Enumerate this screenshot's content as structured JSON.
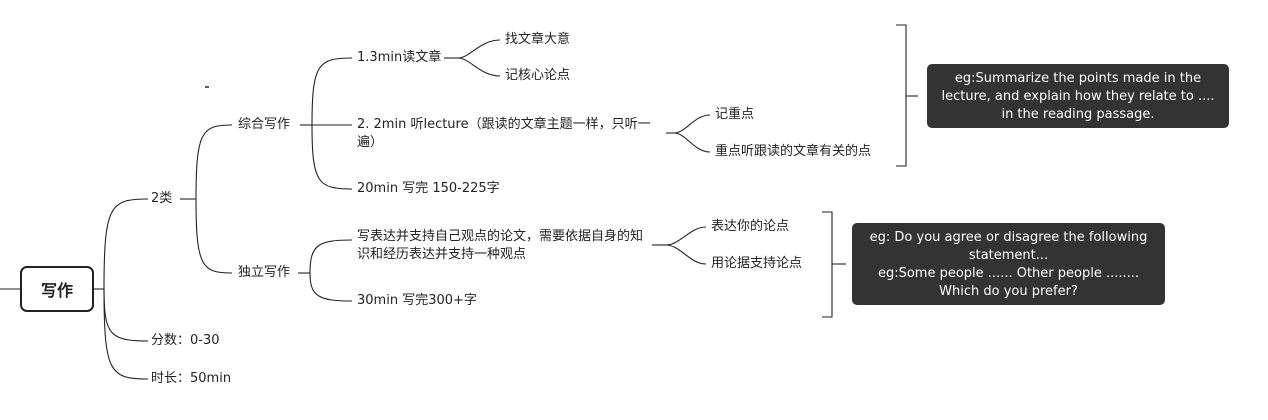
{
  "root": {
    "label": "写作"
  },
  "branches": {
    "types": "2类",
    "score": "分数：0-30",
    "duration": "时长：50min"
  },
  "integrated": {
    "label": "综合写作",
    "read": "1.3min读文章",
    "read_children": [
      "找文章大意",
      "记核心论点"
    ],
    "listen": "2. 2min 听lecture（跟读的文章主题一样，只听一遍）",
    "listen_children": [
      "记重点",
      "重点听跟读的文章有关的点"
    ],
    "write": "20min 写完 150-225字",
    "note_lines": [
      "eg:Summarize the points made in the",
      "lecture, and explain how they relate to ....",
      "in the reading passage."
    ]
  },
  "independent": {
    "label": "独立写作",
    "essay": "写表达并支持自己观点的论文，需要依据自身的知识和经历表达并支持一种观点",
    "essay_children": [
      "表达你的论点",
      "用论据支持论点"
    ],
    "write": "30min 写完300+字",
    "note_lines": [
      "eg: Do you agree or disagree the following",
      "statement...",
      "eg:Some people ...... Other people ........",
      "Which do you prefer?"
    ]
  },
  "colors": {
    "line": "#222222",
    "note_bg": "#333333",
    "note_text": "#ffffff"
  }
}
